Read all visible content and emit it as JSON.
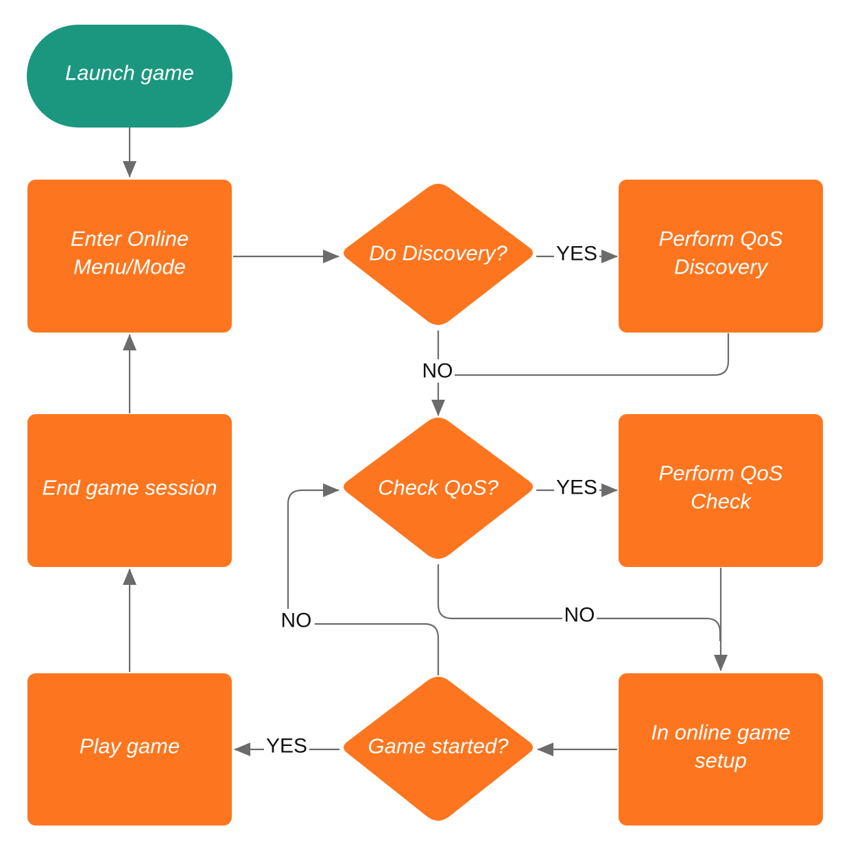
{
  "colors": {
    "start": "#1b9780",
    "process": "#fd761f",
    "connector": "#6b6b6b",
    "node_text": "#ffffff",
    "label_text": "#111111"
  },
  "nodes": {
    "launch": {
      "type": "terminal",
      "lines": [
        "Launch game"
      ]
    },
    "enter_online": {
      "type": "process",
      "lines": [
        "Enter Online",
        "Menu/Mode"
      ]
    },
    "do_discovery": {
      "type": "decision",
      "lines": [
        "Do Discovery?"
      ]
    },
    "perform_discovery": {
      "type": "process",
      "lines": [
        "Perform QoS",
        "Discovery"
      ]
    },
    "end_session": {
      "type": "process",
      "lines": [
        "End game session"
      ]
    },
    "check_qos": {
      "type": "decision",
      "lines": [
        "Check QoS?"
      ]
    },
    "perform_check": {
      "type": "process",
      "lines": [
        "Perform QoS",
        "Check"
      ]
    },
    "play_game": {
      "type": "process",
      "lines": [
        "Play game"
      ]
    },
    "game_started": {
      "type": "decision",
      "lines": [
        "Game started?"
      ]
    },
    "online_setup": {
      "type": "process",
      "lines": [
        "In online game",
        "setup"
      ]
    }
  },
  "edges": [
    {
      "from": "launch",
      "to": "enter_online",
      "label": ""
    },
    {
      "from": "enter_online",
      "to": "do_discovery",
      "label": ""
    },
    {
      "from": "do_discovery",
      "to": "perform_discovery",
      "label": "YES"
    },
    {
      "from": "do_discovery",
      "to": "check_qos",
      "label": "NO"
    },
    {
      "from": "perform_discovery",
      "to": "check_qos",
      "label": ""
    },
    {
      "from": "check_qos",
      "to": "perform_check",
      "label": "YES"
    },
    {
      "from": "check_qos",
      "to": "online_setup",
      "label": "NO"
    },
    {
      "from": "perform_check",
      "to": "online_setup",
      "label": ""
    },
    {
      "from": "online_setup",
      "to": "game_started",
      "label": ""
    },
    {
      "from": "game_started",
      "to": "play_game",
      "label": "YES"
    },
    {
      "from": "game_started",
      "to": "check_qos",
      "label": "NO"
    },
    {
      "from": "play_game",
      "to": "end_session",
      "label": ""
    },
    {
      "from": "end_session",
      "to": "enter_online",
      "label": ""
    }
  ]
}
